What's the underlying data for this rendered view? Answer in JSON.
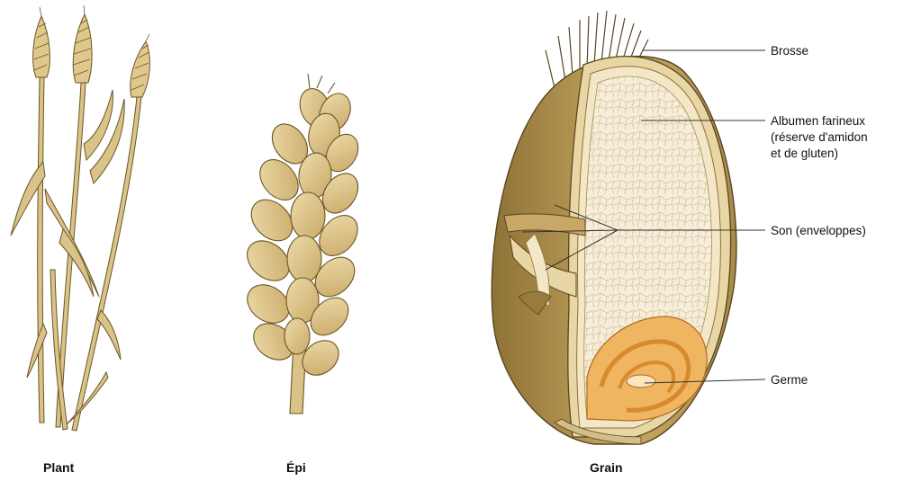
{
  "colors": {
    "straw": "#d9c388",
    "straw_dark": "#a88a4a",
    "outline": "#6b5526",
    "husk": "#c9a867",
    "husk_light": "#e6d3a3",
    "endosperm": "#f4ecd6",
    "germ": "#f0b560",
    "germ_dark": "#d78a2e"
  },
  "captions": {
    "plant": "Plant",
    "epi": "Épi",
    "grain": "Grain"
  },
  "labels": {
    "brosse": "Brosse",
    "albumen_line1": "Albumen farineux",
    "albumen_line2": "(réserve d'amidon",
    "albumen_line3": "et de gluten)",
    "son": "Son (enveloppes)",
    "germe": "Germe"
  }
}
